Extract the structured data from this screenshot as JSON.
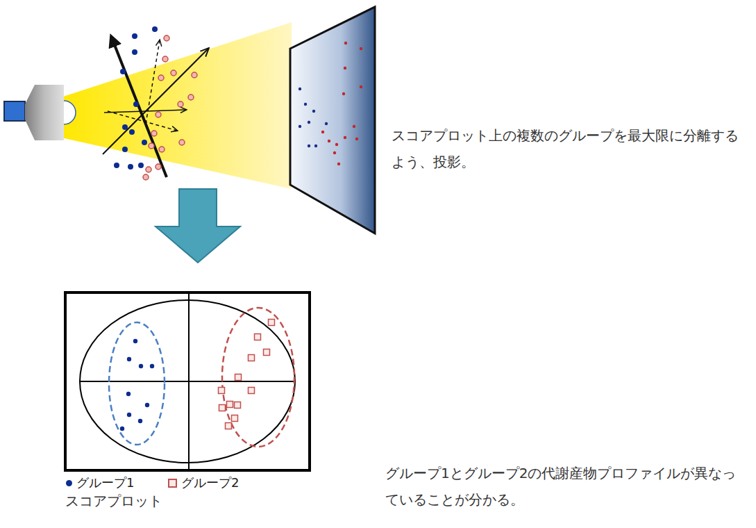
{
  "diagram": {
    "caption": "スコアプロット",
    "labels": [
      "スコアプロット上の複数のグループを最大限に分離するよう、投影。",
      "グループ1とグループ2の代謝産物プロファイルが異なっていることが分かる。"
    ],
    "legend": [
      {
        "text": "グループ1",
        "color": "#0d2c8f"
      },
      {
        "text": "グループ2"
      }
    ]
  }
}
